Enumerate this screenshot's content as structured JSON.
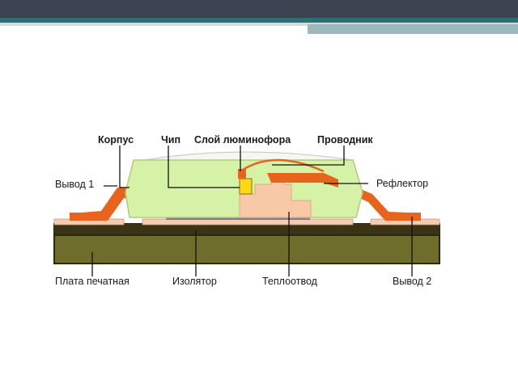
{
  "labels": {
    "body": "Корпус",
    "chip": "Чип",
    "phosphor": "Слой люминофора",
    "wire": "Проводник",
    "lead1": "Вывод 1",
    "reflector": "Рефлектор",
    "pcb": "Плата печатная",
    "insulator": "Изолятор",
    "heatsink": "Теплоотвод",
    "lead2": "Вывод 2"
  },
  "colors": {
    "body": "#d6f2a6",
    "body_edge": "#b2cc7c",
    "lead": "#e8641c",
    "chip": "#ffd817",
    "heatsink": "#f7c9a6",
    "board": "#6e6d2c",
    "board_edge": "#2a2a10",
    "copper_layer": "#3a3414",
    "pad": "#f3ccb2",
    "insulator_strip": "#7f7f9a",
    "dome": "#f4f8ef",
    "header_dark": "#3d4250",
    "header_teal": "#2d6f73"
  }
}
